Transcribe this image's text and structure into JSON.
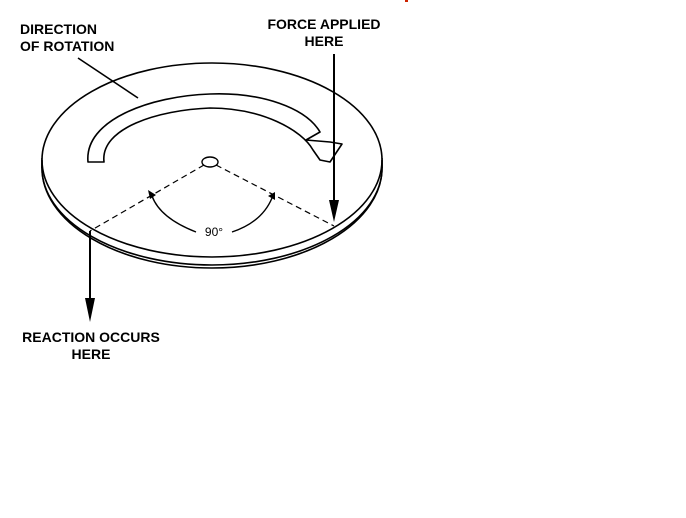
{
  "labels": {
    "direction": [
      "DIRECTION",
      "OF ROTATION"
    ],
    "force": [
      "FORCE APPLIED",
      "HERE"
    ],
    "reaction": [
      "REACTION OCCURS",
      "HERE"
    ],
    "angle": "90°"
  },
  "colors": {
    "ink": "#000000",
    "disc_fill": "#ffffff",
    "red_mark": "#cc2200"
  },
  "icons": [
    "rotation-arrow-icon",
    "force-arrow-icon",
    "reaction-arrow-icon"
  ]
}
